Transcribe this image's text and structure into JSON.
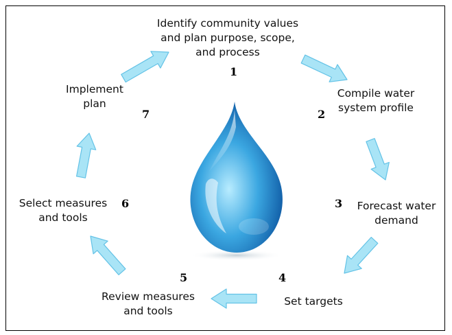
{
  "steps": [
    {
      "number": "1",
      "label": "Identify community values\nand plan purpose, scope,\nand process"
    },
    {
      "number": "2",
      "label": "Compile water\nsystem profile"
    },
    {
      "number": "3",
      "label": "Forecast water\ndemand"
    },
    {
      "number": "4",
      "label": "Set targets"
    },
    {
      "number": "5",
      "label": "Review measures\nand tools"
    },
    {
      "number": "6",
      "label": "Select measures\nand tools"
    },
    {
      "number": "7",
      "label": "Implement\nplan"
    }
  ],
  "colors": {
    "arrow_fill": "#a9e4f6",
    "arrow_stroke": "#63c2e6",
    "drop_light": "#bfefff",
    "drop_mid": "#3fa9e0",
    "drop_dark": "#0d4f96"
  },
  "icons": {
    "center": "water-drop-icon",
    "connector": "arrow-icon"
  }
}
